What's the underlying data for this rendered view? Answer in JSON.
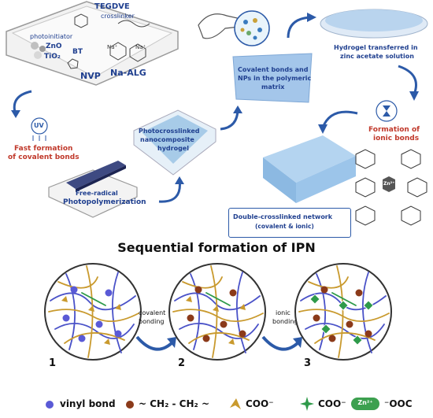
{
  "steps": {
    "ingredients": {
      "photoinitiator": "photoinitiator",
      "tegdve": "TEGDVE",
      "crosslinker": "crosslinker",
      "zno": "ZnO",
      "tio2": "TiO₂",
      "bt": "BT",
      "na_alg": "Na-ALG",
      "nvp": "NVP",
      "na": "Na⁺"
    },
    "uv": "UV",
    "fast_formation_1": "Fast formation",
    "fast_formation_2": "of covalent bonds",
    "free_radical_1": "Free-radical",
    "free_radical_2": "Photopolymerization",
    "photo_hydrogel_1": "Photocrosslinked",
    "photo_hydrogel_2": "nanocomposite",
    "photo_hydrogel_3": "hydrogel",
    "covalent_nps_1": "Covalent bonds and",
    "covalent_nps_2": "NPs in the polymeric",
    "covalent_nps_3": "matrix",
    "transferred_1": "Hydrogel transferred in",
    "transferred_2": "zinc acetate solution",
    "ionic_1": "Formation of",
    "ionic_2": "ionic bonds",
    "double_1": "Double-crosslinked network",
    "double_2": "(covalent & ionic)",
    "zn": "Zn²⁺"
  },
  "sequential_title": "Sequential formation of IPN",
  "stages": [
    {
      "number": "1"
    },
    {
      "number": "2",
      "arrow_1": "covalent",
      "arrow_2": "bonding"
    },
    {
      "number": "3",
      "arrow_1": "ionic",
      "arrow_2": "bonding"
    }
  ],
  "legend": {
    "vinyl": "vinyl bond",
    "ch2": "~ CH₂ - CH₂ ~",
    "coo": "COO⁻",
    "coo2": "COO⁻",
    "zn": "Zn²⁺",
    "ooc": "⁻OOC"
  },
  "colors": {
    "text_blue": "#1f3f8f",
    "arrow_blue": "#2c5aa8",
    "brown": "#8b3a1a",
    "purple": "#4a52c8",
    "gold": "#c99a2e",
    "green": "#2e9a4a",
    "gel": "#9cc8ec"
  }
}
